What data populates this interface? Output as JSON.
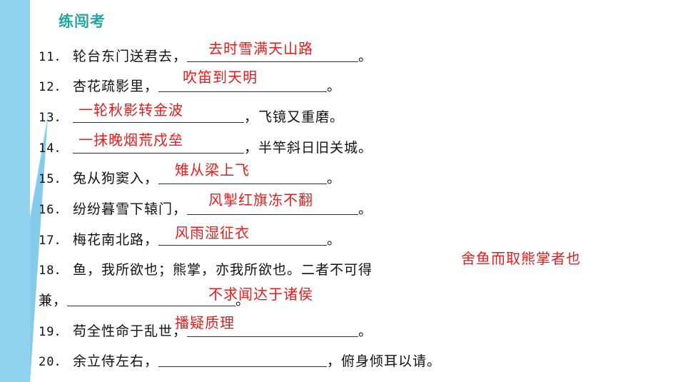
{
  "title": "练闯考",
  "questions": [
    {
      "num": "11．",
      "pre": "轮台东门送君去，",
      "post": "。",
      "answer": "去时雪满天山路"
    },
    {
      "num": "12．",
      "pre": "杏花疏影里，",
      "post": "。",
      "answer": "吹笛到天明"
    },
    {
      "num": "13．",
      "pre": "",
      "post": "，飞镜又重磨。",
      "answer": "一轮秋影转金波"
    },
    {
      "num": "14．",
      "pre": "",
      "post": "，半竿斜日旧关城。",
      "answer": "一抹晚烟荒戍垒"
    },
    {
      "num": "15．",
      "pre": "兔从狗窦入，",
      "post": "。",
      "answer": "雉从梁上飞"
    },
    {
      "num": "16．",
      "pre": "纷纷暮雪下辕门，",
      "post": "。",
      "answer": "风掣红旗冻不翻"
    },
    {
      "num": "17．",
      "pre": "梅花南北路，",
      "post": "。",
      "answer": "风雨湿征衣"
    },
    {
      "num": "18．",
      "pre": "鱼，我所欲也；熊掌，亦我所欲也。二者不可得",
      "post": "",
      "answer": "舍鱼而取熊掌者也"
    },
    {
      "num": "",
      "pre": "兼，",
      "post": "。",
      "answer": "不求闻达于诸侯"
    },
    {
      "num": "19．",
      "pre": "苟全性命于乱世，",
      "post": "。",
      "answer": "播疑质理"
    },
    {
      "num": "20．",
      "pre": "余立侍左右，",
      "post": "，俯身倾耳以请。",
      "answer": ""
    }
  ]
}
